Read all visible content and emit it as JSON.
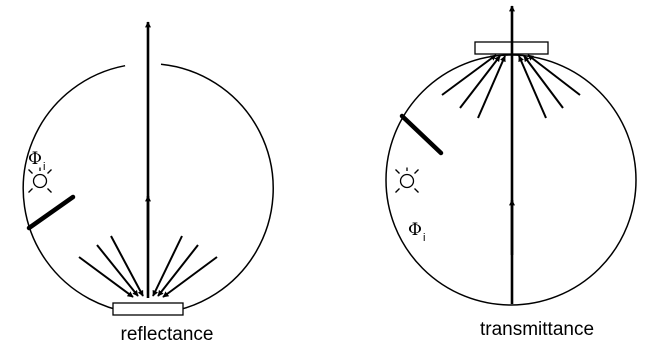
{
  "panels": {
    "reflectance": {
      "caption": "reflectance",
      "flux_symbol": "Φ",
      "flux_subscript": "i"
    },
    "transmittance": {
      "caption": "transmittance",
      "flux_symbol": "Φ",
      "flux_subscript": "i"
    }
  },
  "colors": {
    "ink": "#000000",
    "background": "#ffffff"
  }
}
